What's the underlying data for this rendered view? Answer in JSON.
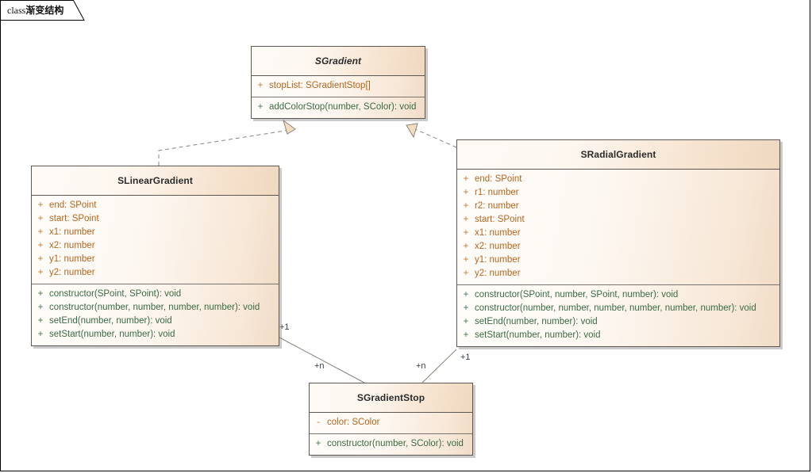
{
  "diagram": {
    "tab_prefix": "class",
    "tab_title": "渐变结构"
  },
  "classes": {
    "sgradient": {
      "name": "SGradient",
      "abstract": true,
      "attributes": [
        {
          "visibility": "+",
          "signature": "stopList: SGradientStop[]"
        }
      ],
      "operations": [
        {
          "visibility": "+",
          "signature": "addColorStop(number, SColor): void"
        }
      ]
    },
    "slineargradient": {
      "name": "SLinearGradient",
      "abstract": false,
      "attributes": [
        {
          "visibility": "+",
          "signature": "end: SPoint"
        },
        {
          "visibility": "+",
          "signature": "start: SPoint"
        },
        {
          "visibility": "+",
          "signature": "x1: number"
        },
        {
          "visibility": "+",
          "signature": "x2: number"
        },
        {
          "visibility": "+",
          "signature": "y1: number"
        },
        {
          "visibility": "+",
          "signature": "y2: number"
        }
      ],
      "operations": [
        {
          "visibility": "+",
          "signature": "constructor(SPoint, SPoint): void"
        },
        {
          "visibility": "+",
          "signature": "constructor(number, number, number, number): void"
        },
        {
          "visibility": "+",
          "signature": "setEnd(number, number): void"
        },
        {
          "visibility": "+",
          "signature": "setStart(number, number): void"
        }
      ]
    },
    "sradialgradient": {
      "name": "SRadialGradient",
      "abstract": false,
      "attributes": [
        {
          "visibility": "+",
          "signature": "end: SPoint"
        },
        {
          "visibility": "+",
          "signature": "r1: number"
        },
        {
          "visibility": "+",
          "signature": "r2: number"
        },
        {
          "visibility": "+",
          "signature": "start: SPoint"
        },
        {
          "visibility": "+",
          "signature": "x1: number"
        },
        {
          "visibility": "+",
          "signature": "x2: number"
        },
        {
          "visibility": "+",
          "signature": "y1: number"
        },
        {
          "visibility": "+",
          "signature": "y2: number"
        }
      ],
      "operations": [
        {
          "visibility": "+",
          "signature": "constructor(SPoint, number, SPoint, number): void"
        },
        {
          "visibility": "+",
          "signature": "constructor(number, number, number, number, number, number): void"
        },
        {
          "visibility": "+",
          "signature": "setEnd(number, number): void"
        },
        {
          "visibility": "+",
          "signature": "setStart(number, number): void"
        }
      ]
    },
    "sgradientstop": {
      "name": "SGradientStop",
      "abstract": false,
      "attributes": [
        {
          "visibility": "-",
          "signature": "color: SColor"
        }
      ],
      "operations": [
        {
          "visibility": "+",
          "signature": "constructor(number, SColor): void"
        }
      ]
    }
  },
  "relationships": {
    "linear_realizes_gradient": {
      "type": "realization",
      "from": "SLinearGradient",
      "to": "SGradient"
    },
    "radial_realizes_gradient": {
      "type": "realization",
      "from": "SRadialGradient",
      "to": "SGradient"
    },
    "linear_has_stops": {
      "type": "association",
      "from": "SLinearGradient",
      "to": "SGradientStop",
      "source_multiplicity": "+1",
      "target_multiplicity": "+n"
    },
    "radial_has_stops": {
      "type": "association",
      "from": "SRadialGradient",
      "to": "SGradientStop",
      "source_multiplicity": "+1",
      "target_multiplicity": "+n"
    }
  },
  "colors": {
    "class_border": "#5c5751",
    "header_accent": "#efd8c0",
    "attribute_text": "#b5651d",
    "operation_text": "#3a6b44",
    "link_line": "#8b8378",
    "multiplicity_text": "#36404e",
    "canvas_background": "#ffffff"
  }
}
